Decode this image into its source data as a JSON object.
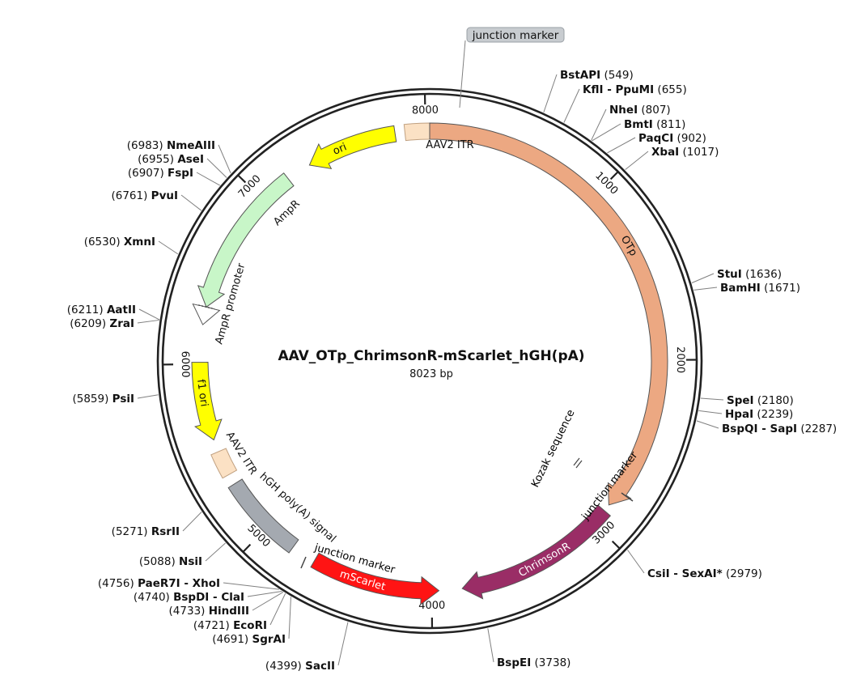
{
  "plasmid": {
    "name": "AAV_OTp_ChrimsonR-mScarlet_hGH(pA)",
    "length_label": "8023 bp",
    "length": 8023
  },
  "ticks": [
    {
      "label": "1000",
      "bp": 1000
    },
    {
      "label": "2000",
      "bp": 2000
    },
    {
      "label": "3000",
      "bp": 3000
    },
    {
      "label": "4000",
      "bp": 4000
    },
    {
      "label": "5000",
      "bp": 5000
    },
    {
      "label": "6000",
      "bp": 6000
    },
    {
      "label": "7000",
      "bp": 7000
    },
    {
      "label": "8000",
      "bp": 8000
    }
  ],
  "features": [
    {
      "label": "AAV2 ITR",
      "start": 7885,
      "end": 8023,
      "color": "#fbe1c4",
      "dir": "none"
    },
    {
      "label": "OTp",
      "start": 8023,
      "end": 2870,
      "color": "#eca882",
      "dir": "cw"
    },
    {
      "label": "ChrimsonR",
      "start": 2910,
      "end": 3830,
      "color": "#9a2d66",
      "dir": "cw"
    },
    {
      "label": "mScarlet",
      "start": 3960,
      "end": 4680,
      "color": "#ff1414",
      "dir": "ccw"
    },
    {
      "label": "hGH poly(A) signal",
      "start": 4820,
      "end": 5300,
      "color": "#a4a9b0",
      "dir": "none"
    },
    {
      "label": "AAV2 ITR",
      "start": 5360,
      "end": 5500,
      "color": "#fbe1c4",
      "dir": "none"
    },
    {
      "label": "f1 ori",
      "start": 5570,
      "end": 6010,
      "color": "#ffff00",
      "dir": "ccw"
    },
    {
      "label": "AmpR promoter",
      "start": 6220,
      "end": 6320,
      "color": "#ffffff",
      "dir": "ccw"
    },
    {
      "label": "AmpR",
      "start": 6320,
      "end": 7180,
      "color": "#c8f6c8",
      "dir": "ccw"
    },
    {
      "label": "ori",
      "start": 7320,
      "end": 7830,
      "color": "#ffff00",
      "dir": "ccw"
    }
  ],
  "markers": [
    {
      "label": "junction marker"
    },
    {
      "label": "Kozak sequence"
    },
    {
      "label": "junction marker"
    },
    {
      "label": "junction marker"
    }
  ],
  "sites": [
    {
      "name": "BstAPI",
      "pos": "(549)",
      "bp": 549
    },
    {
      "name": "KflI - PpuMI",
      "pos": "(655)",
      "bp": 655
    },
    {
      "name": "NheI",
      "pos": "(807)",
      "bp": 807
    },
    {
      "name": "BmtI",
      "pos": "(811)",
      "bp": 811
    },
    {
      "name": "PaqCI",
      "pos": "(902)",
      "bp": 902
    },
    {
      "name": "XbaI",
      "pos": "(1017)",
      "bp": 1017
    },
    {
      "name": "StuI",
      "pos": "(1636)",
      "bp": 1636
    },
    {
      "name": "BamHI",
      "pos": "(1671)",
      "bp": 1671
    },
    {
      "name": "SpeI",
      "pos": "(2180)",
      "bp": 2180
    },
    {
      "name": "HpaI",
      "pos": "(2239)",
      "bp": 2239
    },
    {
      "name": "BspQI - SapI",
      "pos": "(2287)",
      "bp": 2287
    },
    {
      "name": "CsiI - SexAI*",
      "pos": "(2979)",
      "bp": 2979
    },
    {
      "name": "BspEI",
      "pos": "(3738)",
      "bp": 3738
    },
    {
      "name": "SacII",
      "pos": "(4399)",
      "bp": 4399
    },
    {
      "name": "SgrAI",
      "pos": "(4691)",
      "bp": 4691
    },
    {
      "name": "EcoRI",
      "pos": "(4721)",
      "bp": 4721
    },
    {
      "name": "HindIII",
      "pos": "(4733)",
      "bp": 4733
    },
    {
      "name": "BspDI - ClaI",
      "pos": "(4740)",
      "bp": 4740
    },
    {
      "name": "PaeR7I - XhoI",
      "pos": "(4756)",
      "bp": 4756
    },
    {
      "name": "NsiI",
      "pos": "(5088)",
      "bp": 5088
    },
    {
      "name": "RsrII",
      "pos": "(5271)",
      "bp": 5271
    },
    {
      "name": "PsiI",
      "pos": "(5859)",
      "bp": 5859
    },
    {
      "name": "ZraI",
      "pos": "(6209)",
      "bp": 6209
    },
    {
      "name": "AatII",
      "pos": "(6211)",
      "bp": 6211
    },
    {
      "name": "XmnI",
      "pos": "(6530)",
      "bp": 6530
    },
    {
      "name": "PvuI",
      "pos": "(6761)",
      "bp": 6761
    },
    {
      "name": "FspI",
      "pos": "(6907)",
      "bp": 6907
    },
    {
      "name": "AseI",
      "pos": "(6955)",
      "bp": 6955
    },
    {
      "name": "NmeAIII",
      "pos": "(6983)",
      "bp": 6983
    }
  ]
}
